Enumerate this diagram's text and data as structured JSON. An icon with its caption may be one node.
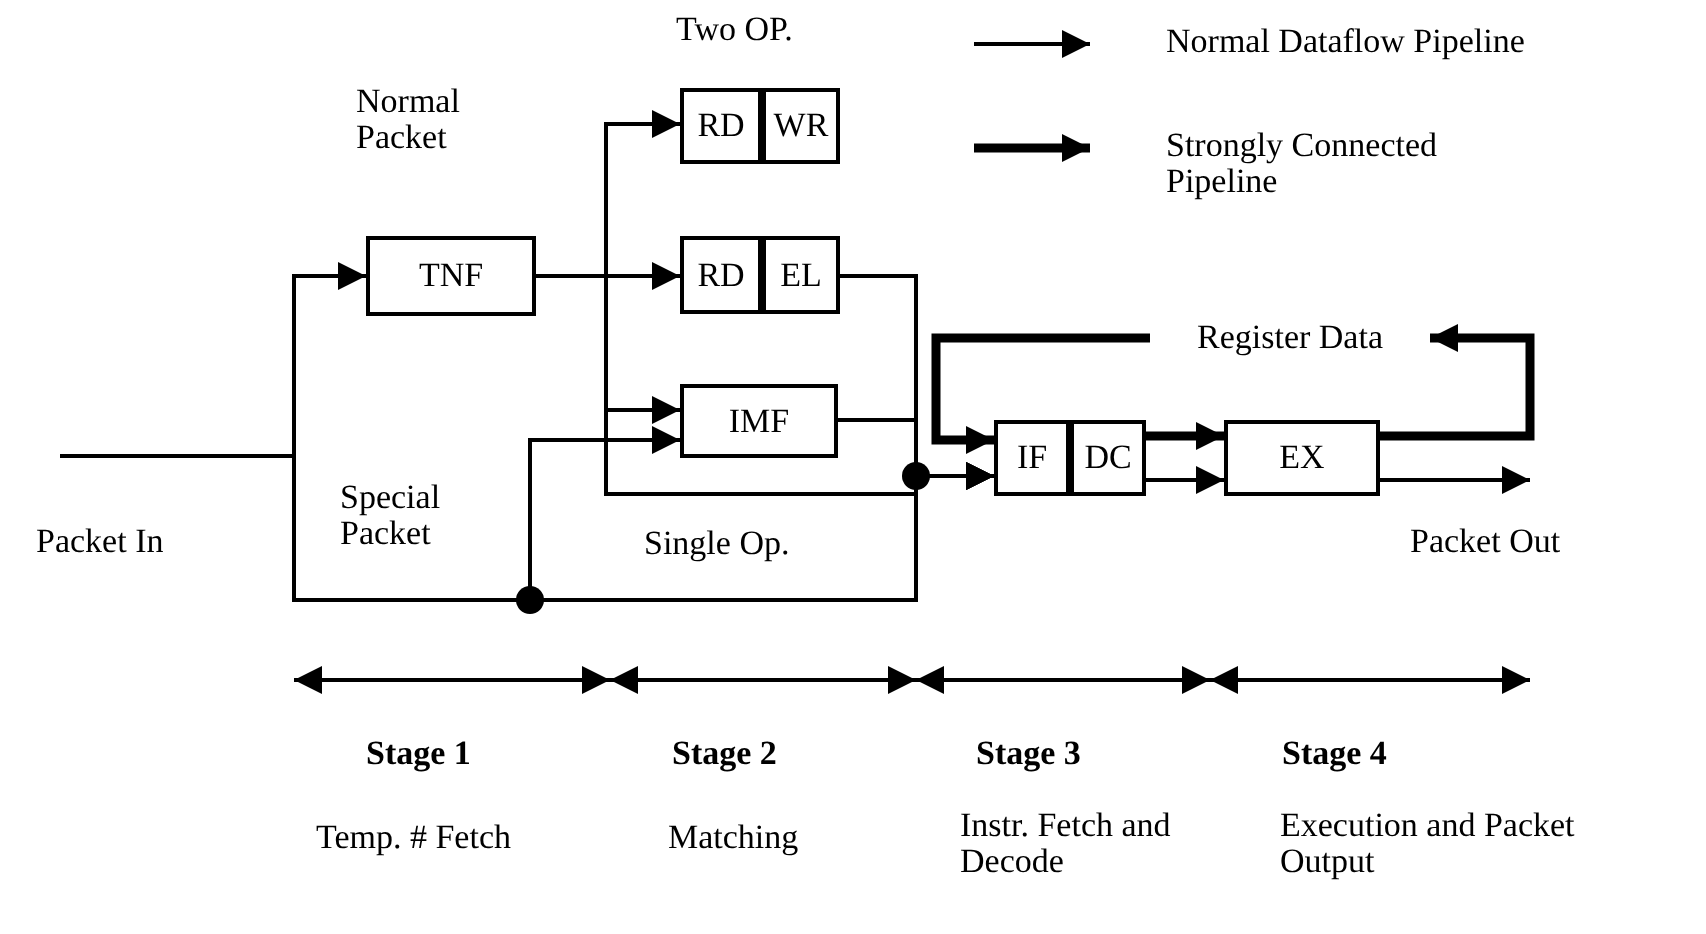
{
  "diagram": {
    "nodes": [
      {
        "text": [
          "TNF"
        ]
      },
      {
        "text": [
          "RD"
        ]
      },
      {
        "text": [
          "WR"
        ]
      },
      {
        "text": [
          "RD"
        ]
      },
      {
        "text": [
          "EL"
        ]
      },
      {
        "text": [
          "IMF"
        ]
      },
      {
        "text": [
          "IF"
        ]
      },
      {
        "text": [
          "DC"
        ]
      },
      {
        "text": [
          "EX"
        ]
      },
      {
        "text": [
          "Register Data"
        ]
      }
    ],
    "edges": [
      {
        "from": null,
        "to": 0,
        "arrow": "to"
      },
      {
        "from": null,
        "to": 5,
        "arrow": "to"
      },
      {
        "from": null,
        "to": 6,
        "arrow": "to"
      },
      {
        "from": 0,
        "to": 1,
        "arrow": "to"
      },
      {
        "from": 0,
        "to": 3,
        "arrow": "to"
      },
      {
        "from": 0,
        "to": 5,
        "arrow": "to"
      },
      {
        "from": 0,
        "to": 6,
        "arrow": "to"
      },
      {
        "from": 4,
        "to": 6,
        "arrow": "to"
      },
      {
        "from": 5,
        "to": 6,
        "arrow": "to"
      },
      {
        "from": 9,
        "to": 6,
        "arrow": "to",
        "style": "thick"
      },
      {
        "from": 8,
        "to": 9,
        "arrow": "to",
        "style": "thick"
      },
      {
        "from": 7,
        "to": 8,
        "arrow": "to",
        "style": "thick"
      },
      {
        "from": 7,
        "to": 8,
        "arrow": "to"
      },
      {
        "from": 8,
        "to": null,
        "arrow": "to"
      }
    ],
    "labels": [
      "Two OP.",
      "Normal Packet",
      "Special Packet",
      "Single Op.",
      "Packet In",
      "Packet Out",
      "Stage 1",
      "Temp. # Fetch",
      "Stage 2",
      "Matching",
      "Stage 3",
      "Instr. Fetch and Decode",
      "Stage 4",
      "Execution and Packet Output"
    ],
    "legend": [
      {
        "text": "Normal Dataflow Pipeline"
      },
      {
        "text": "Strongly Connected Pipeline"
      }
    ]
  }
}
